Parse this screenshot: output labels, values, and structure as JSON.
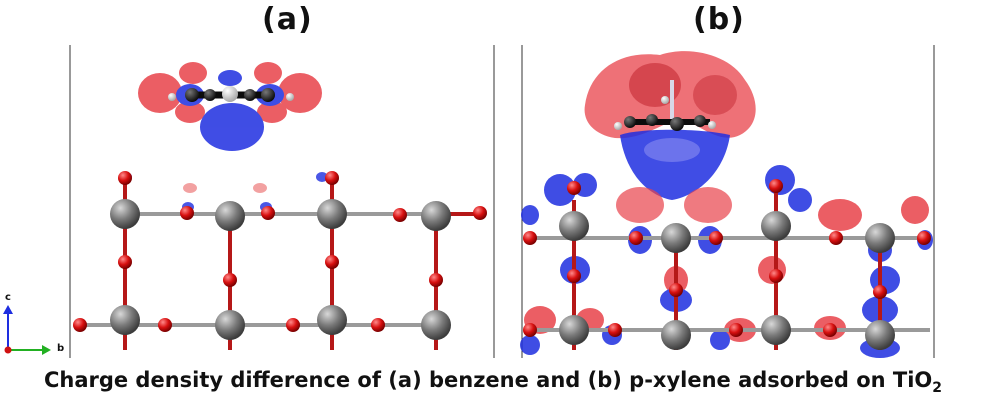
{
  "panels": {
    "a": {
      "label": "(a)"
    },
    "b": {
      "label": "(b)"
    }
  },
  "axes": {
    "c_label": "c",
    "b_label": "b"
  },
  "caption": {
    "text": "Charge density difference of (a) benzene and (b) p-xylene adsorbed on TiO",
    "subscript": "2"
  },
  "colors": {
    "titanium": "#707070",
    "oxygen": "#d01010",
    "carbon": "#1a1a1a",
    "hydrogen": "#f2f2f2",
    "charge_accumulation": "#e8424a",
    "charge_depletion": "#1e2ee0"
  }
}
